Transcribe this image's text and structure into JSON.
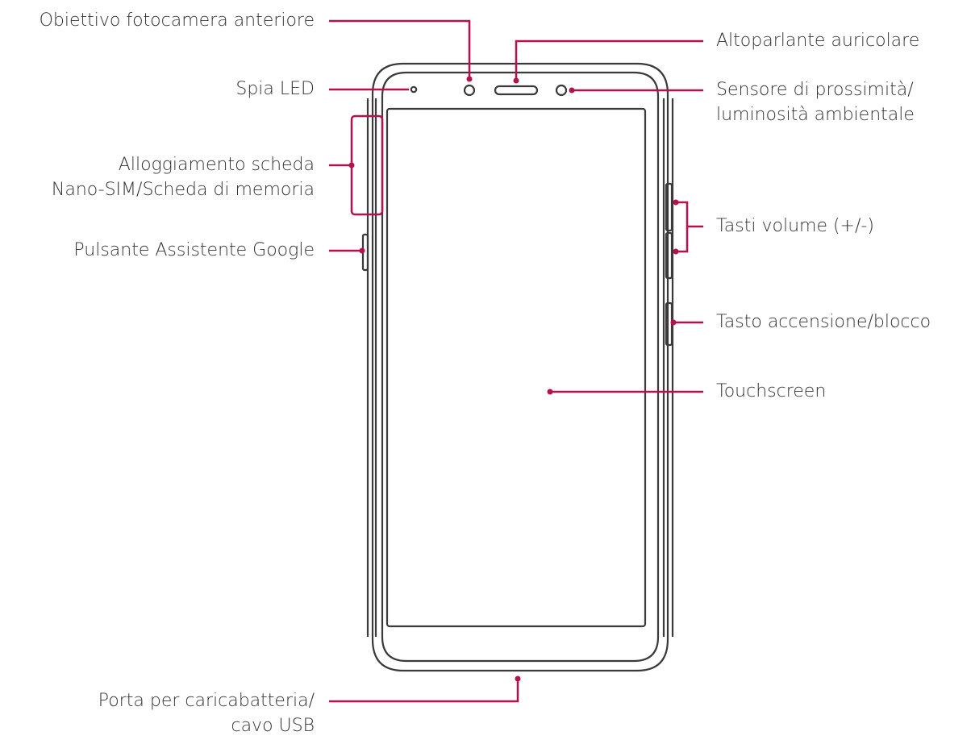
{
  "colors": {
    "leader": "#b5114f",
    "outline": "#3a3a3a",
    "text": "#333333",
    "background": "#ffffff"
  },
  "labels": {
    "front_camera": "Obiettivo fotocamera anteriore",
    "led": "Spia LED",
    "sim_tray": [
      "Alloggiamento scheda",
      "Nano-SIM/Scheda di memoria"
    ],
    "assistant_button": "Pulsante Assistente Google",
    "charger_port": [
      "Porta per caricabatteria/",
      "cavo USB"
    ],
    "earpiece": "Altoparlante auricolare",
    "proximity_sensor": [
      "Sensore di prossimità/",
      "luminosità ambientale"
    ],
    "volume_keys": "Tasti volume (+/-)",
    "power_key": "Tasto accensione/blocco",
    "touchscreen": "Touchscreen"
  }
}
